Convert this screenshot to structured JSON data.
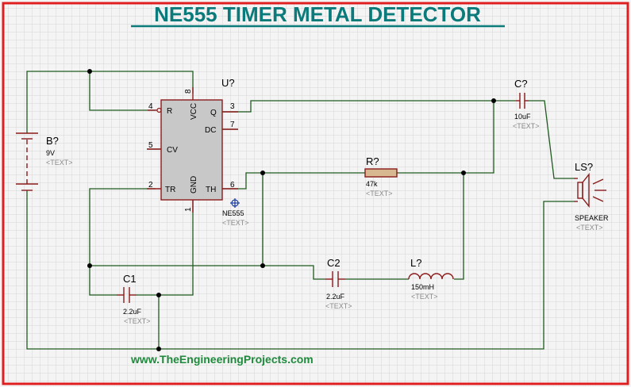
{
  "title": "NE555 TIMER METAL DETECTOR",
  "website": "www.TheEngineeringProjects.com",
  "colors": {
    "title": "#0a7a7a",
    "website": "#1e8a3c",
    "border": "#e02020",
    "wire": "#1f5a1f",
    "component": "#8b1a1a",
    "ic_fill": "#c8c8c8",
    "grid": "#d6d6d6"
  },
  "placeholder": "<TEXT>",
  "ic": {
    "ref": "U?",
    "part": "NE555",
    "pins": {
      "r": "R",
      "vcc": "VCC",
      "q": "Q",
      "dc": "DC",
      "cv": "CV",
      "tr": "TR",
      "gnd": "GND",
      "th": "TH"
    },
    "pin_numbers": {
      "p4": "4",
      "p8": "8",
      "p3": "3",
      "p7": "7",
      "p5": "5",
      "p2": "2",
      "p1": "1",
      "p6": "6"
    }
  },
  "battery": {
    "ref": "B?",
    "value": "9V"
  },
  "c1": {
    "ref": "C1",
    "value": "2.2uF"
  },
  "c2": {
    "ref": "C2",
    "value": "2.2uF"
  },
  "c_out": {
    "ref": "C?",
    "value": "10uF"
  },
  "resistor": {
    "ref": "R?",
    "value": "47k"
  },
  "inductor": {
    "ref": "L?",
    "value": "150mH"
  },
  "speaker": {
    "ref": "LS?",
    "value": "SPEAKER"
  }
}
